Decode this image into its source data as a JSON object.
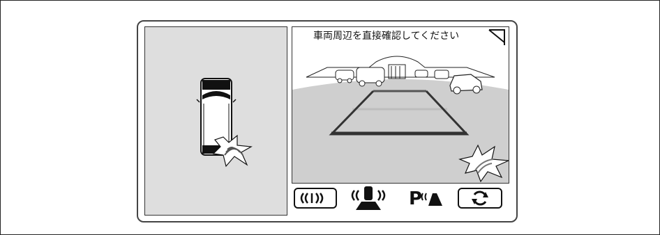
{
  "camera": {
    "warning_text": "車両周辺を直接確認してください"
  },
  "toolbar": {
    "buttons": [
      {
        "name": "sensor-toggle",
        "icon": "sensor-waves-icon"
      },
      {
        "name": "rear-sensor",
        "icon": "rear-sensor-icon"
      },
      {
        "name": "parking-assist",
        "icon": "parking-assist-icon",
        "label": "P"
      },
      {
        "name": "view-switch",
        "icon": "rotate-view-icon"
      }
    ]
  },
  "colors": {
    "panel_gray": "#dedede",
    "ground_gray": "#cfcfcf",
    "guide_dark": "#333333",
    "guide_light": "#bdbdbd"
  }
}
